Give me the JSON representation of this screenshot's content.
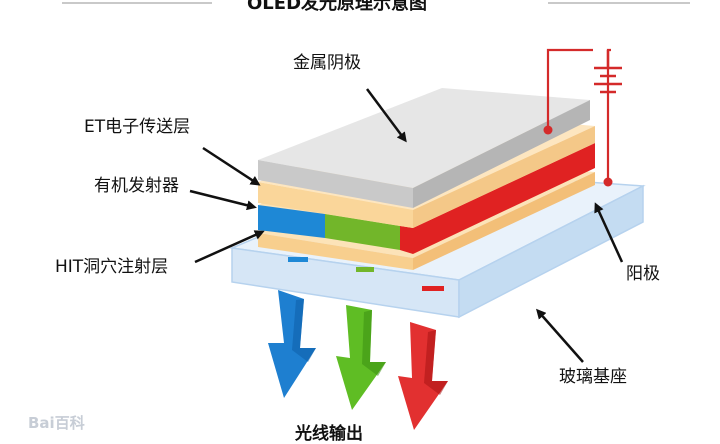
{
  "title": "OLED发光原理示意图",
  "labels": {
    "cathode": "金属阴极",
    "et_layer": "ET电子传送层",
    "emitter": "有机发射器",
    "hit_layer": "HIT洞穴注射层",
    "anode": "阳极",
    "glass_substrate": "玻璃基座",
    "light_output": "光线输出"
  },
  "watermark": "Bai百科",
  "colors": {
    "cathode_top": "#e6e6e6",
    "cathode_side": "#b5b5b5",
    "organic_layer": "#fbd9a4",
    "emitter_blue": "#1e88d6",
    "emitter_green": "#72b62a",
    "emitter_red": "#e02222",
    "glass": "#dce9f6",
    "glass_edge": "#b6d2ee",
    "wire": "#d42a2a",
    "arrow_blue": "#1e7fd0",
    "arrow_green": "#5fbd24",
    "arrow_red": "#e23030"
  },
  "icons": [
    "battery-icon"
  ]
}
